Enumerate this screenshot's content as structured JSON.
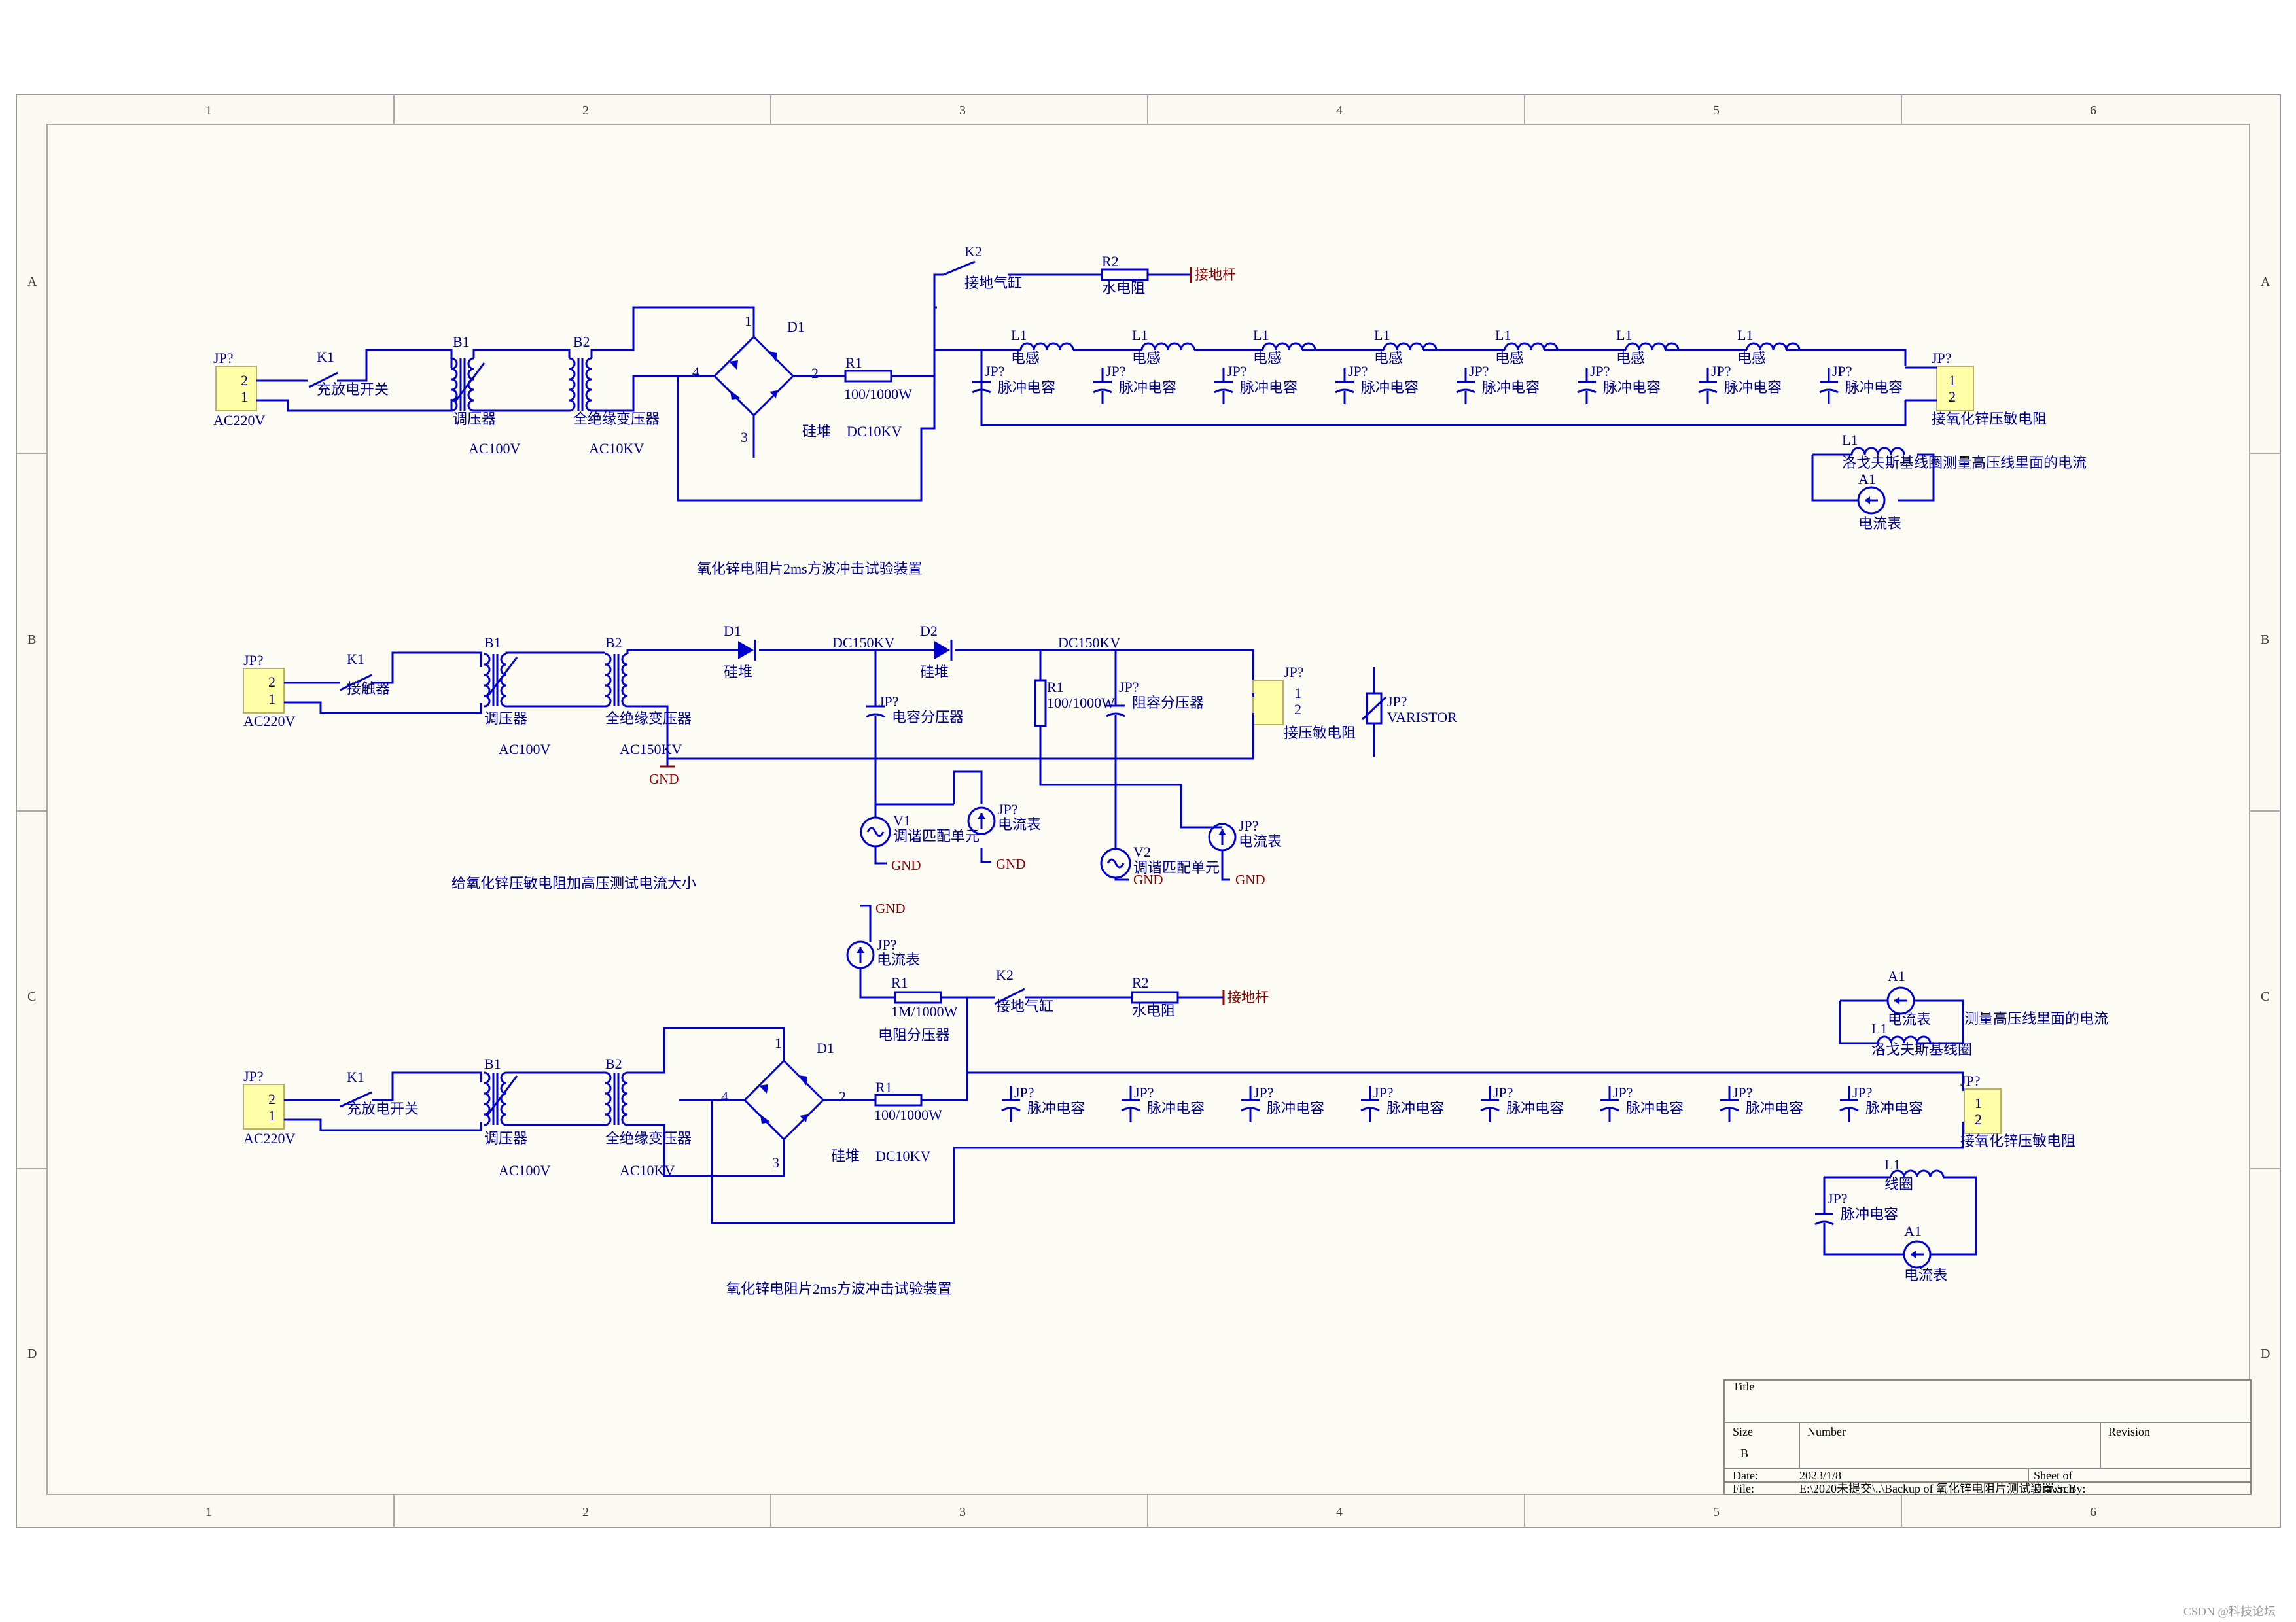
{
  "frame": {
    "columns": [
      "1",
      "2",
      "3",
      "4",
      "5",
      "6"
    ],
    "rows": [
      "A",
      "B",
      "C",
      "D"
    ]
  },
  "colors": {
    "wire": "#0000cc",
    "text": "#00008b",
    "net": "#8b0000",
    "sheet": "#fbf9f2",
    "connector": "#ffffa8"
  },
  "c1": {
    "jp_in": "JP?",
    "pin2": "2",
    "pin1": "1",
    "ac220": "AC220V",
    "k1": "K1",
    "k1_label": "充放电开关",
    "b1": "B1",
    "b1_label": "调压器",
    "ac100": "AC100V",
    "b2": "B2",
    "b2_label": "全绝缘变压器",
    "ac10kv": "AC10KV",
    "d1": "D1",
    "p1": "1",
    "p2": "2",
    "p3": "3",
    "p4": "4",
    "d1_label": "硅堆",
    "dc10kv": "DC10KV",
    "r1": "R1",
    "r1_value": "100/1000W",
    "k2": "K2",
    "k2_label": "接地气缸",
    "r2": "R2",
    "r2_label": "水电阻",
    "gnd_rod": "接地杆",
    "l1": "L1",
    "inductor": "电感",
    "cap_ref": "JP?",
    "cap_label": "脉冲电容",
    "plus": "+",
    "jp_out": "JP?",
    "out1": "1",
    "out2": "2",
    "out_label": "接氧化锌压敏电阻",
    "rogowski_ref": "L1",
    "rogowski_label": "洛戈夫斯基线圈测量高压线里面的电流",
    "a1": "A1",
    "ammeter": "电流表",
    "title": "氧化锌电阻片2ms方波冲击试验装置"
  },
  "c2": {
    "jp_in": "JP?",
    "pin2": "2",
    "pin1": "1",
    "ac220": "AC220V",
    "k1": "K1",
    "k1_label": "接触器",
    "b1": "B1",
    "b1_label": "调压器",
    "ac100": "AC100V",
    "b2": "B2",
    "b2_label": "全绝缘变压器",
    "ac150kv": "AC150KV",
    "gnd": "GND",
    "d1": "D1",
    "d1_label": "硅堆",
    "dc150_a": "DC150KV",
    "d2": "D2",
    "d2_label": "硅堆",
    "dc150_b": "DC150KV",
    "cap_ref": "JP?",
    "cap_label": "电容分压器",
    "r1": "R1",
    "r1_value": "100/1000W",
    "rc_ref": "JP?",
    "rc_label": "阻容分压器",
    "v1": "V1",
    "v1_label": "调谐匹配单元",
    "am1_ref": "JP?",
    "am1_label": "电流表",
    "v2": "V2",
    "v2_label": "调谐匹配单元",
    "am2_ref": "JP?",
    "am2_label": "电流表",
    "jp_out": "JP?",
    "out1": "1",
    "out2": "2",
    "out_label": "接压敏电阻",
    "var_ref": "JP?",
    "var_label": "VARISTOR",
    "title": "给氧化锌压敏电阻加高压测试电流大小"
  },
  "c3": {
    "gnd": "GND",
    "am_ref": "JP?",
    "am_label": "电流表",
    "r1a": "R1",
    "r1a_value": "1M/1000W",
    "divider": "电阻分压器",
    "k2": "K2",
    "k2_label": "接地气缸",
    "r2": "R2",
    "r2_label": "水电阻",
    "gnd_rod": "接地杆",
    "a1": "A1",
    "ammeter": "电流表",
    "measure": "测量高压线里面的电流",
    "l1": "L1",
    "rogowski": "洛戈夫斯基线圈",
    "jp_in": "JP?",
    "pin2": "2",
    "pin1": "1",
    "ac220": "AC220V",
    "k1": "K1",
    "k1_label": "充放电开关",
    "b1": "B1",
    "b1_label": "调压器",
    "ac100": "AC100V",
    "b2": "B2",
    "b2_label": "全绝缘变压器",
    "ac10kv": "AC10KV",
    "d1": "D1",
    "p1": "1",
    "p2": "2",
    "p3": "3",
    "p4": "4",
    "d1_label": "硅堆",
    "dc10kv": "DC10KV",
    "r1": "R1",
    "r1_value": "100/1000W",
    "cap_ref": "JP?",
    "cap_label": "脉冲电容",
    "plus": "+",
    "jp_out": "JP?",
    "out1": "1",
    "out2": "2",
    "out_label": "接氧化锌压敏电阻",
    "l1b": "L1",
    "coil": "线圈",
    "cap_ref2": "JP?",
    "cap_label2": "脉冲电容",
    "a1b": "A1",
    "ammeter2": "电流表",
    "title": "氧化锌电阻片2ms方波冲击试验装置"
  },
  "titleblock": {
    "title": "Title",
    "size": "Size",
    "size_value": "B",
    "number": "Number",
    "revision": "Revision",
    "date": "Date:",
    "date_value": "2023/1/8",
    "sheet": "Sheet    of",
    "file": "File:",
    "file_value": "E:\\2020未提交\\..\\Backup of 氧化锌电阻片测试装置.Sch",
    "drawn": "Drawn By:"
  },
  "watermark": "CSDN @科技论坛"
}
